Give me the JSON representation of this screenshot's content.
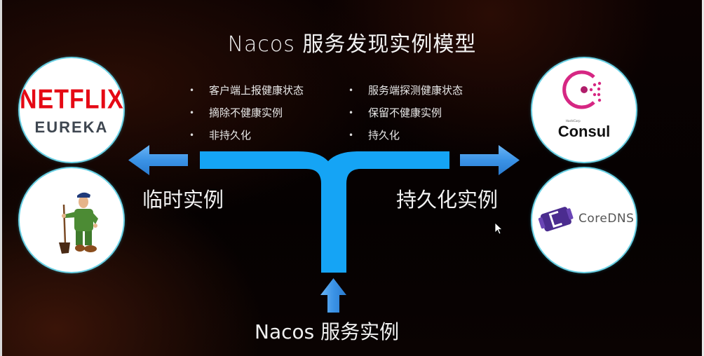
{
  "slide": {
    "title": "Nacos 服务发现实例模型",
    "left_bullets": [
      "客户端上报健康状态",
      "摘除不健康实例",
      "非持久化"
    ],
    "right_bullets": [
      "服务端探测健康状态",
      "保留不健康实例",
      "持久化"
    ],
    "left_label": "临时实例",
    "right_label": "持久化实例",
    "bottom_label": "Nacos 服务实例",
    "logos": {
      "eureka": {
        "line1": "NETFLIX",
        "line2": "EUREKA"
      },
      "digger": {
        "name": "eureka-mascot"
      },
      "consul": {
        "vendor": "HashiCorp",
        "name": "Consul"
      },
      "coredns": {
        "name": "CoreDNS"
      }
    },
    "colors": {
      "connector": "#15a4f5",
      "arrow": "#3b93e6",
      "netflix_red": "#e50914",
      "consul_pink": "#d62783",
      "coredns_purple": "#4b2c8f",
      "circle_glow": "#69d0e4"
    }
  }
}
